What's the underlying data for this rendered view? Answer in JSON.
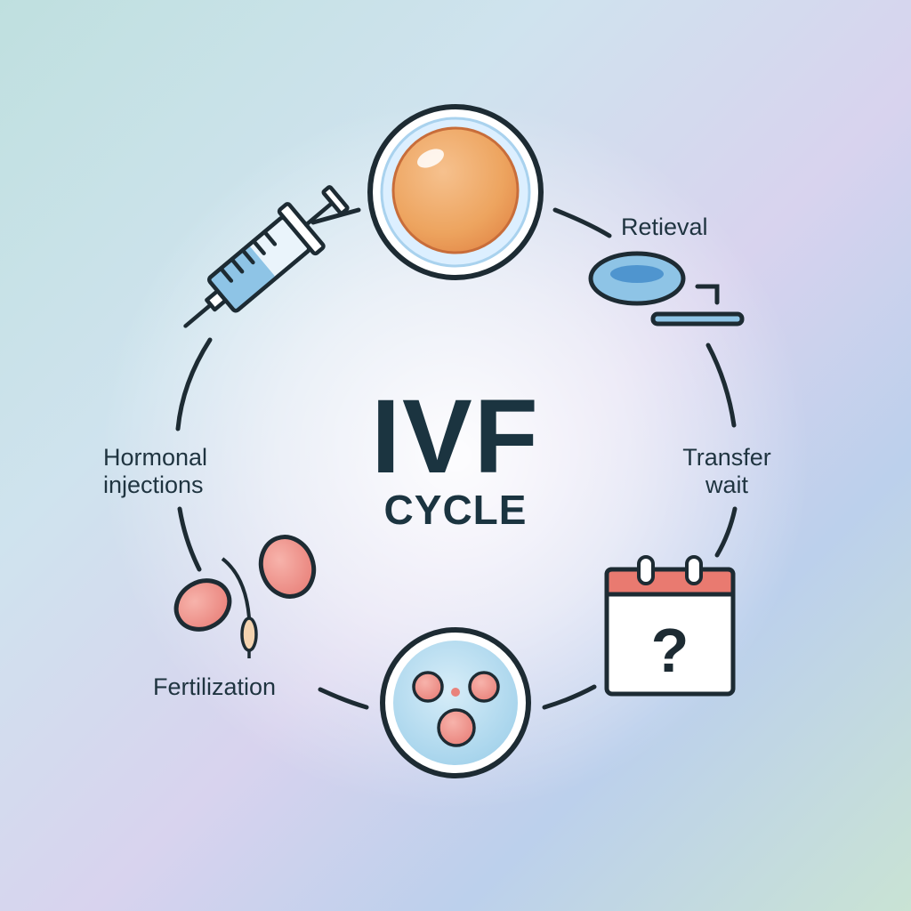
{
  "title": {
    "main": "IVF",
    "sub": "CYCLE"
  },
  "stages": [
    {
      "id": "hormonal-injections",
      "label_lines": [
        "Hormonal",
        "injections"
      ],
      "icon": "syringe-icon"
    },
    {
      "id": "retrieval",
      "label_lines": [
        "Retieval"
      ],
      "icon": "petri-dish-icon"
    },
    {
      "id": "transfer-wait",
      "label_lines": [
        "Transfer",
        "wait"
      ],
      "icon": "calendar-question-icon"
    },
    {
      "id": "fertilization",
      "label_lines": [
        "Fertilization"
      ],
      "icon": "embryo-dish-icon"
    }
  ],
  "top_icon": "egg-cell-icon",
  "fertilization_extra_icon": "eggs-and-sperm-icon",
  "calendar_symbol": "?",
  "colors": {
    "outline": "#1d2b33",
    "egg_orange": "#f0a766",
    "dish_blue": "#7ec0e6",
    "cell_pink": "#f08f88",
    "calendar_red": "#e97a70"
  }
}
